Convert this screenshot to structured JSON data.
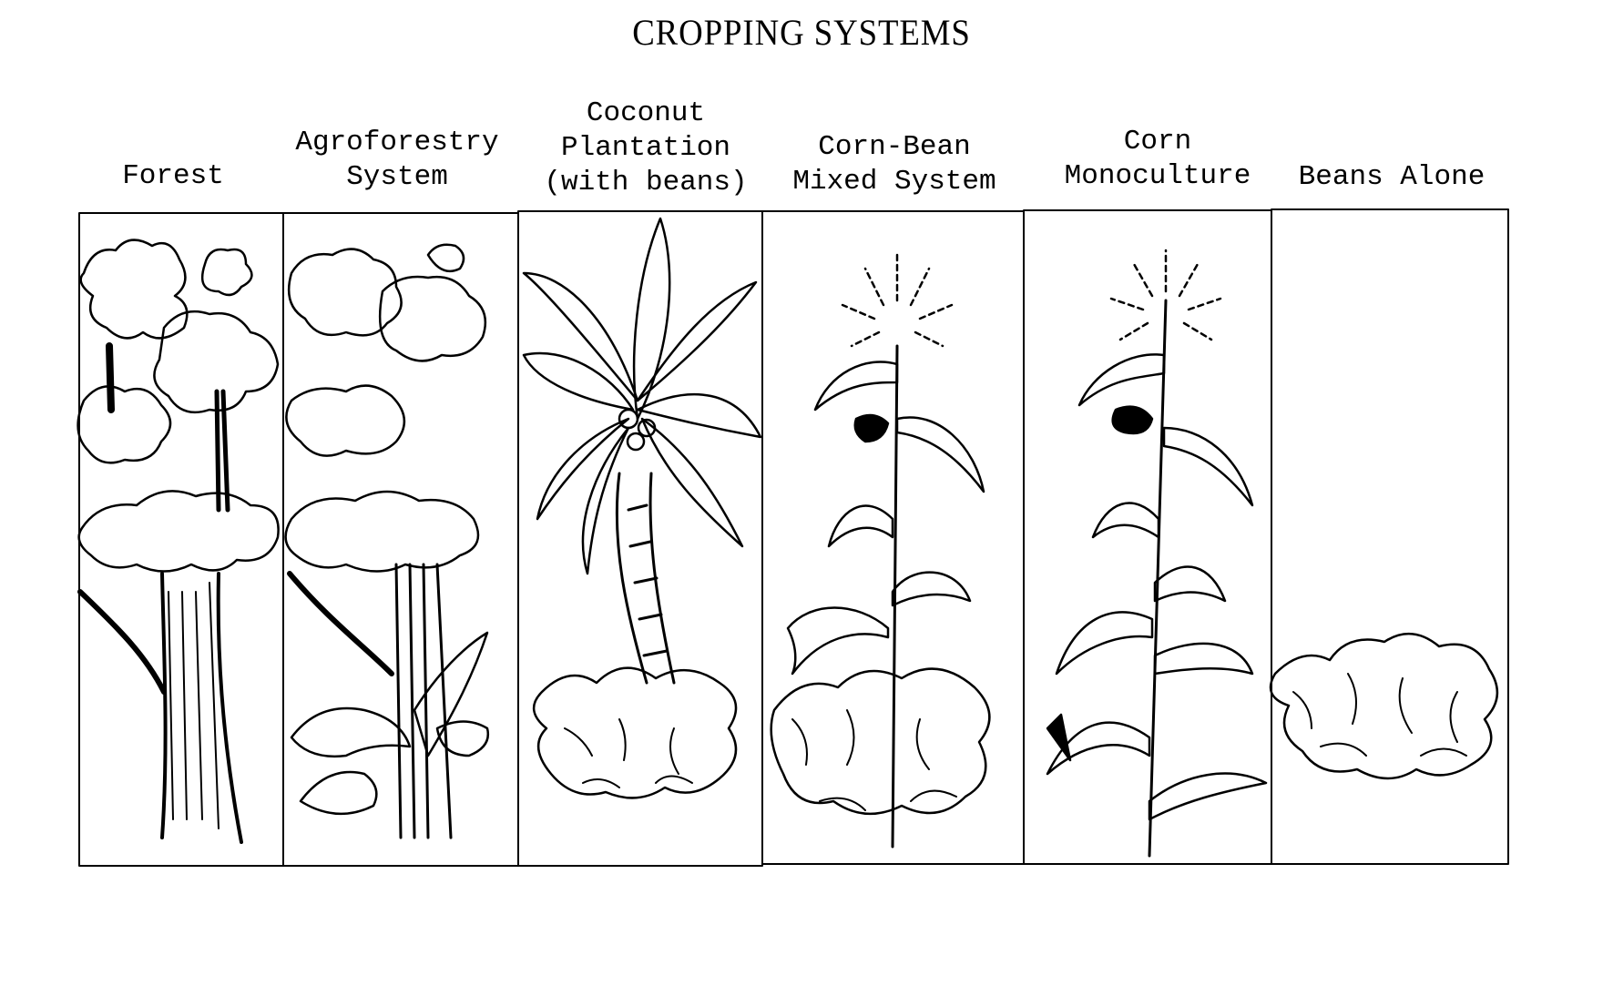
{
  "title": "CROPPING SYSTEMS",
  "panels": [
    {
      "label": "Forest",
      "lines": [
        "Forest"
      ],
      "drawing": "forest-trees"
    },
    {
      "label": "Agroforestry System",
      "lines": [
        "Agroforestry",
        "System"
      ],
      "drawing": "trees-with-understory-crops"
    },
    {
      "label": "Coconut Plantation (with beans)",
      "lines": [
        "Coconut",
        "Plantation",
        "(with beans)"
      ],
      "drawing": "coconut-palm-with-beans"
    },
    {
      "label": "Corn-Bean Mixed System",
      "lines": [
        "Corn-Bean",
        "Mixed System"
      ],
      "drawing": "corn-with-beans"
    },
    {
      "label": "Corn Monoculture",
      "lines": [
        "Corn",
        "Monoculture"
      ],
      "drawing": "corn-plant"
    },
    {
      "label": "Beans Alone",
      "lines": [
        "Beans Alone"
      ],
      "drawing": "bean-bush"
    }
  ],
  "colors": {
    "ink": "#000000",
    "paper": "#ffffff"
  }
}
